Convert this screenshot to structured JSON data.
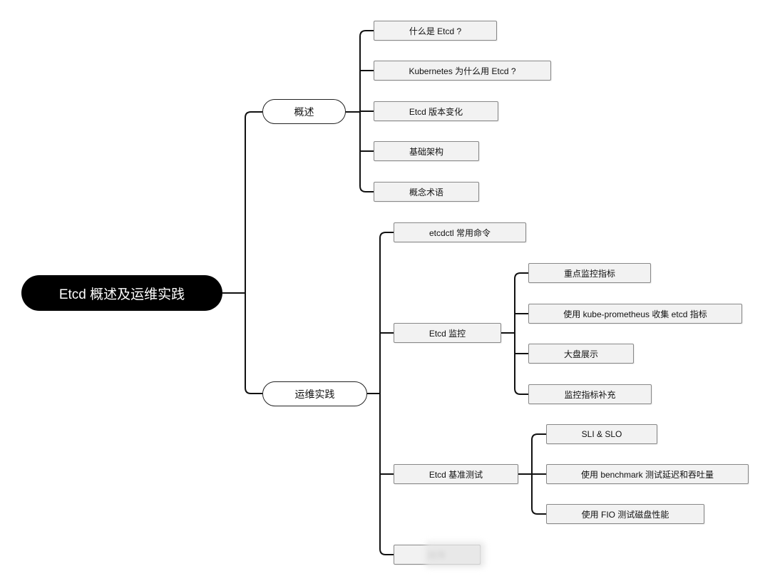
{
  "root": {
    "label": "Etcd 概述及运维实践"
  },
  "branches": [
    {
      "label": "概述",
      "children": [
        {
          "label": "什么是 Etcd ?"
        },
        {
          "label": "Kubernetes 为什么用 Etcd ?"
        },
        {
          "label": "Etcd 版本变化"
        },
        {
          "label": "基础架构"
        },
        {
          "label": "概念术语"
        }
      ]
    },
    {
      "label": "运维实践",
      "children": [
        {
          "label": "etcdctl 常用命令"
        },
        {
          "label": "Etcd 监控",
          "children": [
            {
              "label": "重点监控指标"
            },
            {
              "label": "使用 kube-prometheus 收集 etcd 指标"
            },
            {
              "label": "大盘展示"
            },
            {
              "label": "监控指标补充"
            }
          ]
        },
        {
          "label": "Etcd 基准测试",
          "children": [
            {
              "label": "SLI & SLO"
            },
            {
              "label": "使用 benchmark 测试延迟和吞吐量"
            },
            {
              "label": "使用 FIO 测试磁盘性能"
            }
          ]
        },
        {
          "label": "故障"
        }
      ]
    }
  ],
  "colors": {
    "root_bg": "#000000",
    "line": "#111111",
    "leaf_bg": "#f2f2f2",
    "leaf_border": "#888888"
  }
}
